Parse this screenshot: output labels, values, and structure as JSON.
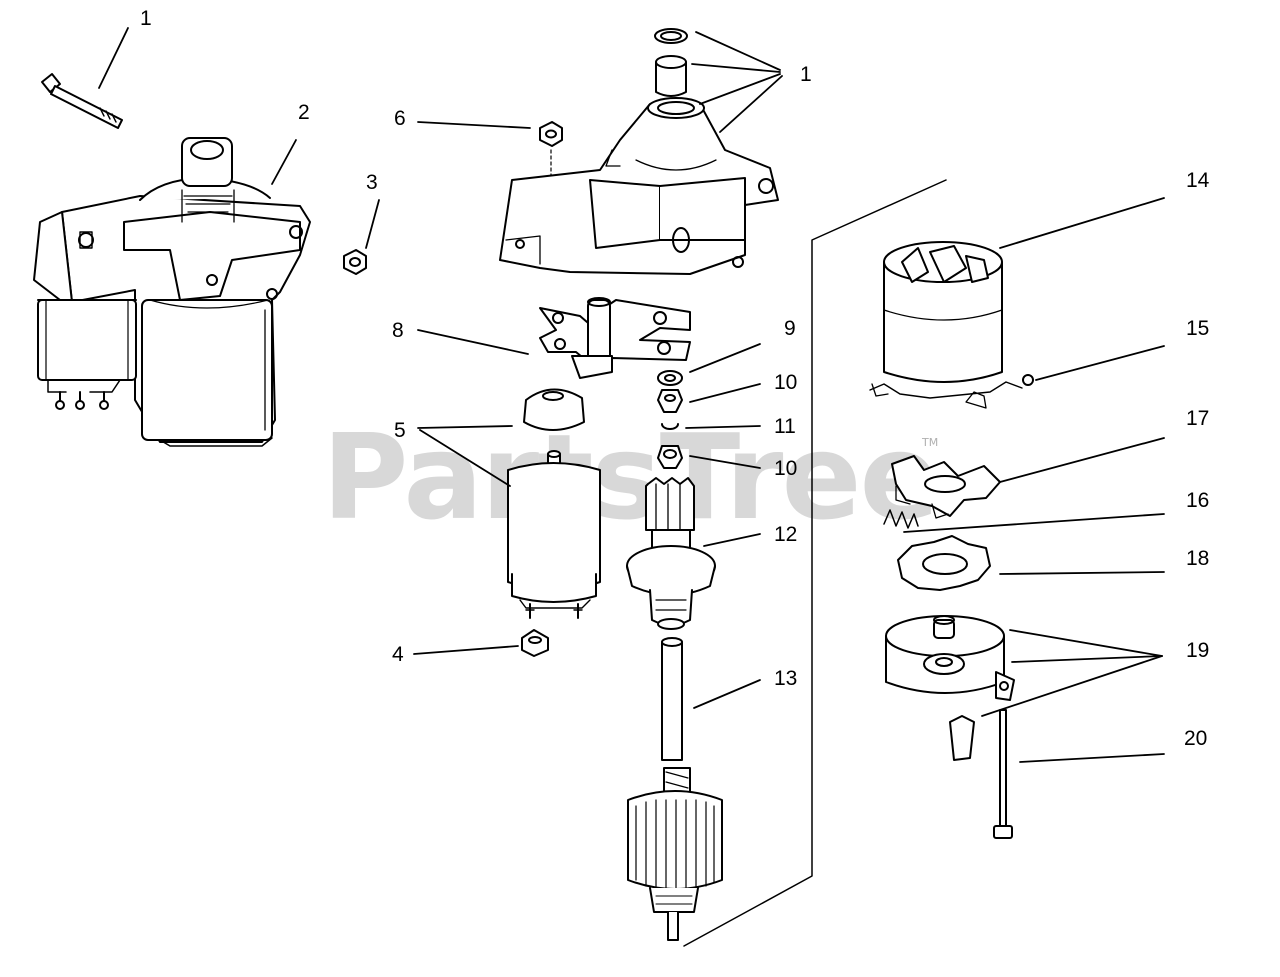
{
  "watermark": {
    "text": "PartsTree",
    "trademark": "TM"
  },
  "callouts": {
    "c1a": "1",
    "c2": "2",
    "c3": "3",
    "c6": "6",
    "c1b": "1",
    "c8": "8",
    "c9": "9",
    "c10a": "10",
    "c11": "11",
    "c10b": "10",
    "c5": "5",
    "c12": "12",
    "c4": "4",
    "c13": "13",
    "c14": "14",
    "c15": "15",
    "c17": "17",
    "c16": "16",
    "c18": "18",
    "c19": "19",
    "c20": "20"
  },
  "colors": {
    "ink": "#000000",
    "watermark": "#b9b9b9",
    "background": "#ffffff"
  }
}
